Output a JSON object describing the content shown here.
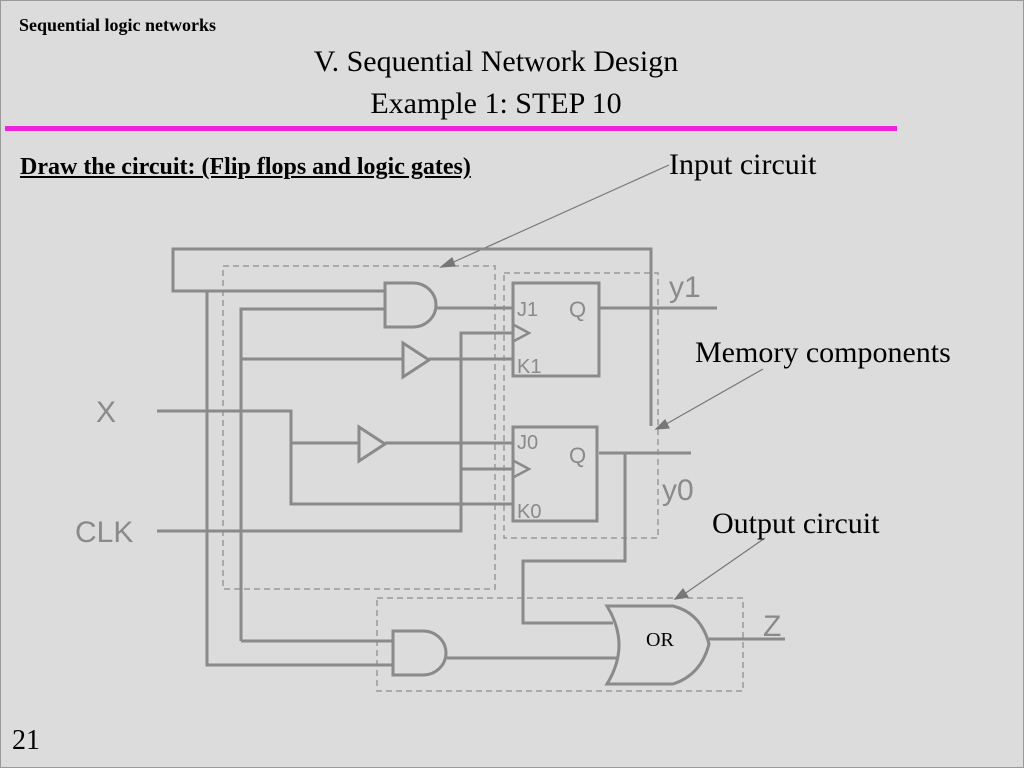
{
  "header": {
    "section_label": "Sequential logic networks",
    "title_line1": "V. Sequential Network Design",
    "title_line2": "Example 1: STEP 10"
  },
  "subtitle": "Draw the circuit: (Flip flops and logic gates)",
  "callouts": {
    "input_circuit": "Input circuit",
    "memory_components": "Memory components",
    "output_circuit": "Output circuit"
  },
  "signals": {
    "x": "X",
    "clk": "CLK",
    "y1": "y1",
    "y0": "y0",
    "z": "Z"
  },
  "flip_flops": {
    "ff1": {
      "j": "J1",
      "k": "K1",
      "q": "Q"
    },
    "ff0": {
      "j": "J0",
      "k": "K0",
      "q": "Q"
    }
  },
  "or_gate_label": "OR",
  "slide_number": "21",
  "colors": {
    "background": "#dcdcdc",
    "accent_rule": "#ee22dd",
    "wire": "#8a8a8a"
  }
}
